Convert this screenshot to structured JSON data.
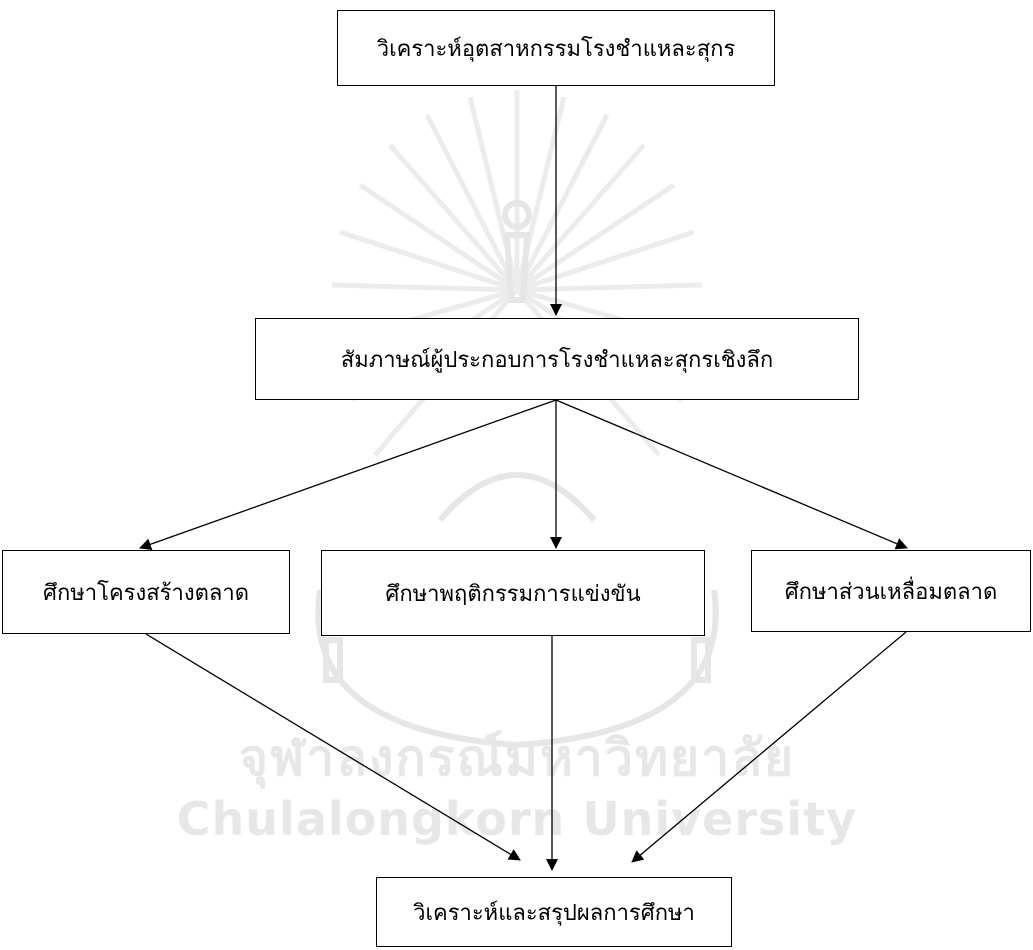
{
  "flowchart": {
    "boxes": {
      "industry_analysis": "วิเคราะห์อุตสาหกรรมโรงชำแหละสุกร",
      "in_depth_interview": "สัมภาษณ์ผู้ประกอบการโรงชำแหละสุกรเชิงลึก",
      "market_structure": "ศึกษาโครงสร้างตลาด",
      "competitive_behavior": "ศึกษาพฤติกรรมการแข่งขัน",
      "market_share": "ศึกษาส่วนเหลื่อมตลาด",
      "conclusion": "วิเคราะห์และสรุปผลการศึกษา"
    },
    "edges": [
      [
        "industry_analysis",
        "in_depth_interview"
      ],
      [
        "in_depth_interview",
        "market_structure"
      ],
      [
        "in_depth_interview",
        "competitive_behavior"
      ],
      [
        "in_depth_interview",
        "market_share"
      ],
      [
        "market_structure",
        "conclusion"
      ],
      [
        "competitive_behavior",
        "conclusion"
      ],
      [
        "market_share",
        "conclusion"
      ]
    ]
  },
  "watermark": {
    "university_name_th": "จุฬาลงกรณ์มหาวิทยาลัย",
    "university_name_en": "Chulalongkorn University",
    "color": "#e7e7e7"
  },
  "colors": {
    "line": "#000000",
    "box_border": "#000000",
    "text": "#000000",
    "background": "#ffffff"
  }
}
